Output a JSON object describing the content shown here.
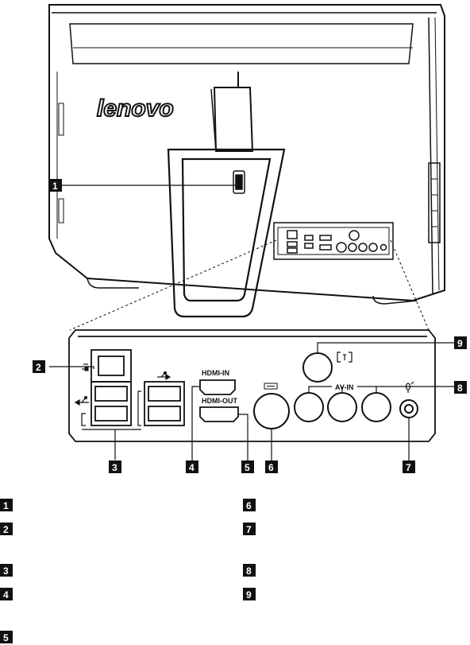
{
  "brand": {
    "logo_text": "lenovo"
  },
  "callouts": [
    "1",
    "2",
    "3",
    "4",
    "5",
    "6",
    "7",
    "8",
    "9"
  ],
  "port_labels": {
    "hdmi_in": "HDMI-IN",
    "hdmi_out": "HDMI-OUT",
    "av_in": "AV-IN"
  },
  "legend": {
    "left": [
      "1",
      "2",
      "3",
      "4",
      "5"
    ],
    "right": [
      "6",
      "7",
      "8",
      "9"
    ]
  },
  "colors": {
    "line": "#111111",
    "badge_bg": "#111111",
    "badge_text": "#ffffff",
    "background": "#ffffff"
  },
  "icons": [
    "power-connector-icon",
    "usb-icon",
    "keyboard-icon",
    "microphone-icon",
    "tv-antenna-icon"
  ]
}
